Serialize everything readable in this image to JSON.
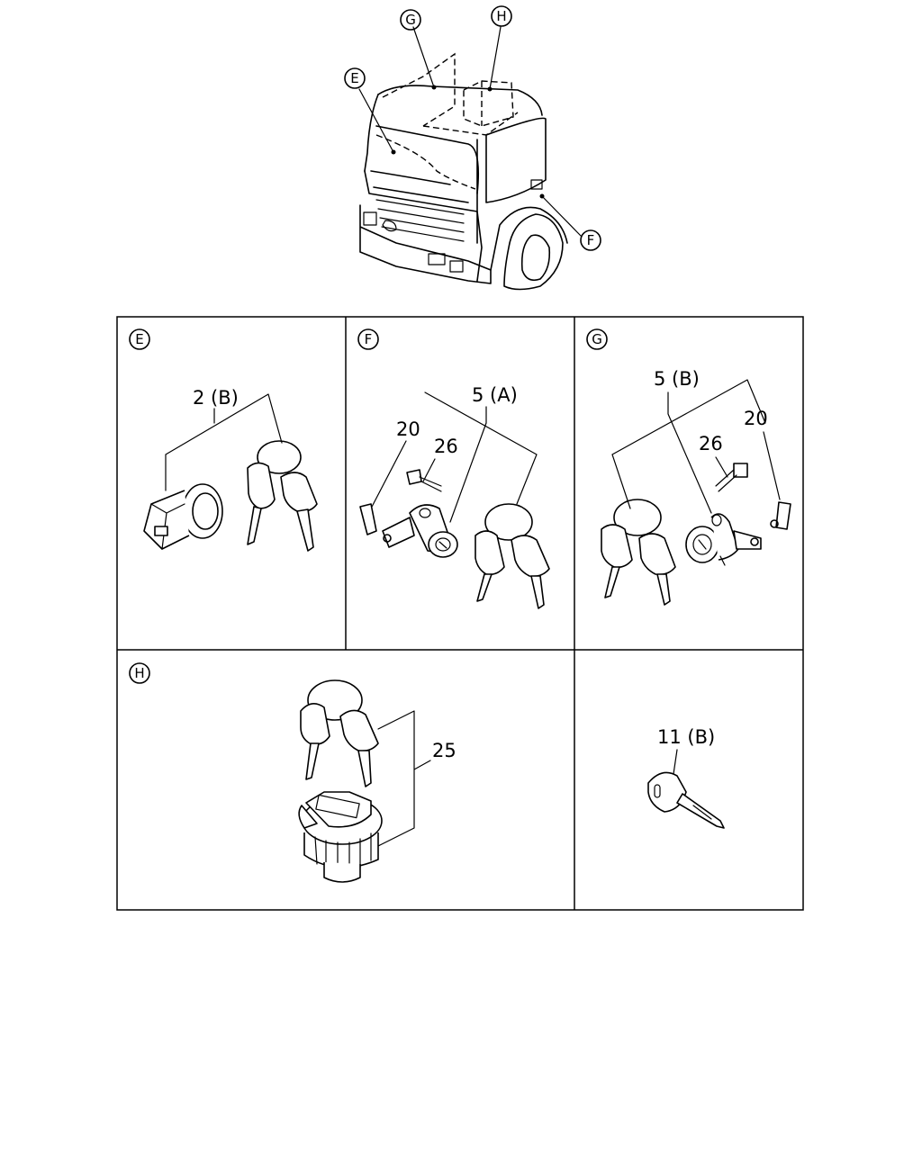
{
  "callouts": {
    "top": {
      "g": "G",
      "h": "H",
      "e": "E",
      "f": "F"
    },
    "panels": {
      "e": "E",
      "f": "F",
      "g": "G",
      "h": "H"
    }
  },
  "labels": {
    "e_part": "2 (B)",
    "f_set": "5 (A)",
    "f_clip": "20",
    "f_bolt": "26",
    "g_set": "5 (B)",
    "g_clip": "20",
    "g_bolt": "26",
    "h_part": "25",
    "key_part": "11 (B)"
  }
}
